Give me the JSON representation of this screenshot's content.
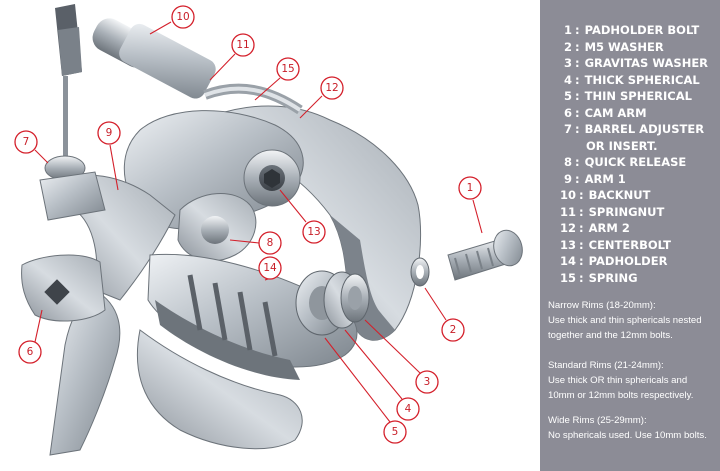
{
  "parts_list": [
    {
      "num": "1",
      "name": "PADHOLDER BOLT"
    },
    {
      "num": "2",
      "name": "M5 WASHER"
    },
    {
      "num": "3",
      "name": "GRAVITAS WASHER"
    },
    {
      "num": "4",
      "name": "THICK SPHERICAL"
    },
    {
      "num": "5",
      "name": "THIN SPHERICAL"
    },
    {
      "num": "6",
      "name": "CAM ARM"
    },
    {
      "num": "7",
      "name": "BARREL ADJUSTER",
      "cont": "OR INSERT."
    },
    {
      "num": "8",
      "name": "QUICK RELEASE"
    },
    {
      "num": "9",
      "name": "ARM 1"
    },
    {
      "num": "10",
      "name": "BACKNUT"
    },
    {
      "num": "11",
      "name": "SPRINGNUT"
    },
    {
      "num": "12",
      "name": "ARM 2"
    },
    {
      "num": "13",
      "name": "CENTERBOLT"
    },
    {
      "num": "14",
      "name": "PADHOLDER"
    },
    {
      "num": "15",
      "name": "SPRING"
    }
  ],
  "notes": {
    "narrow": {
      "heading": "Narrow Rims (18-20mm):",
      "line1": "Use thick and thin sphericals nested",
      "line2": "together and the 12mm bolts."
    },
    "standard": {
      "heading": "Standard Rims (21-24mm):",
      "line1": "Use thick OR thin sphericals and",
      "line2": "10mm or 12mm bolts respectively."
    },
    "wide": {
      "heading": "Wide Rims (25-29mm):",
      "line1": "No sphericals used. Use 10mm bolts."
    }
  },
  "callouts": [
    "1",
    "2",
    "3",
    "4",
    "5",
    "6",
    "7",
    "8",
    "9",
    "10",
    "11",
    "12",
    "13",
    "14",
    "15"
  ],
  "colors": {
    "callout": "#d4202b",
    "panel_bg": "#8c8c96",
    "panel_text": "#ffffff"
  }
}
